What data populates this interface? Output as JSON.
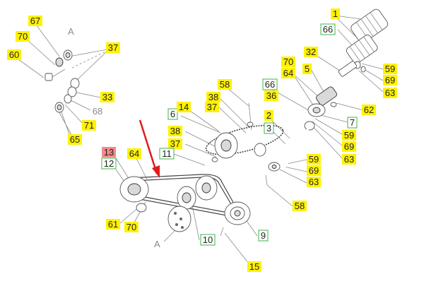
{
  "colors": {
    "yellow": "#fff200",
    "green_border": "#3cb54a",
    "red_fill": "#f28b8b",
    "arrow": "#e01b1b",
    "line": "#8a8a8a"
  },
  "view_labels": {
    "inset": "A",
    "main": "A"
  },
  "callouts": [
    {
      "id": "c67",
      "text": "67",
      "style": "yellow"
    },
    {
      "id": "c70a",
      "text": "70",
      "style": "yellow"
    },
    {
      "id": "c60",
      "text": "60",
      "style": "yellow"
    },
    {
      "id": "c37a",
      "text": "37",
      "style": "yellow"
    },
    {
      "id": "c33",
      "text": "33",
      "style": "yellow"
    },
    {
      "id": "c68",
      "text": "68",
      "style": "plain"
    },
    {
      "id": "c71",
      "text": "71",
      "style": "yellow"
    },
    {
      "id": "c65",
      "text": "65",
      "style": "yellow"
    },
    {
      "id": "c1",
      "text": "1",
      "style": "yellow"
    },
    {
      "id": "c66a",
      "text": "66",
      "style": "green"
    },
    {
      "id": "c32",
      "text": "32",
      "style": "yellow"
    },
    {
      "id": "c70b",
      "text": "70",
      "style": "yellow"
    },
    {
      "id": "c64a",
      "text": "64",
      "style": "yellow"
    },
    {
      "id": "c5",
      "text": "5",
      "style": "yellow"
    },
    {
      "id": "c59a",
      "text": "59",
      "style": "yellow"
    },
    {
      "id": "c69a",
      "text": "69",
      "style": "yellow"
    },
    {
      "id": "c63a",
      "text": "63",
      "style": "yellow"
    },
    {
      "id": "c62",
      "text": "62",
      "style": "yellow"
    },
    {
      "id": "c58a",
      "text": "58",
      "style": "yellow"
    },
    {
      "id": "c66b",
      "text": "66",
      "style": "green"
    },
    {
      "id": "c36",
      "text": "36",
      "style": "yellow"
    },
    {
      "id": "c38a",
      "text": "38",
      "style": "yellow"
    },
    {
      "id": "c37b",
      "text": "37",
      "style": "yellow"
    },
    {
      "id": "c2",
      "text": "2",
      "style": "yellow"
    },
    {
      "id": "c3",
      "text": "3",
      "style": "green"
    },
    {
      "id": "c7",
      "text": "7",
      "style": "green"
    },
    {
      "id": "c59b",
      "text": "59",
      "style": "yellow"
    },
    {
      "id": "c69b",
      "text": "69",
      "style": "yellow"
    },
    {
      "id": "c63b",
      "text": "63",
      "style": "yellow"
    },
    {
      "id": "c6",
      "text": "6",
      "style": "green"
    },
    {
      "id": "c14",
      "text": "14",
      "style": "yellow"
    },
    {
      "id": "c38b",
      "text": "38",
      "style": "yellow"
    },
    {
      "id": "c37c",
      "text": "37",
      "style": "yellow"
    },
    {
      "id": "c11",
      "text": "11",
      "style": "green"
    },
    {
      "id": "c59c",
      "text": "59",
      "style": "yellow"
    },
    {
      "id": "c69c",
      "text": "69",
      "style": "yellow"
    },
    {
      "id": "c63c",
      "text": "63",
      "style": "yellow"
    },
    {
      "id": "c13",
      "text": "13",
      "style": "red"
    },
    {
      "id": "c12",
      "text": "12",
      "style": "green"
    },
    {
      "id": "c64b",
      "text": "64",
      "style": "yellow"
    },
    {
      "id": "c58b",
      "text": "58",
      "style": "yellow"
    },
    {
      "id": "c61",
      "text": "61",
      "style": "yellow"
    },
    {
      "id": "c70c",
      "text": "70",
      "style": "yellow"
    },
    {
      "id": "c9",
      "text": "9",
      "style": "green"
    },
    {
      "id": "c10",
      "text": "10",
      "style": "green"
    },
    {
      "id": "c15",
      "text": "15",
      "style": "yellow"
    }
  ]
}
